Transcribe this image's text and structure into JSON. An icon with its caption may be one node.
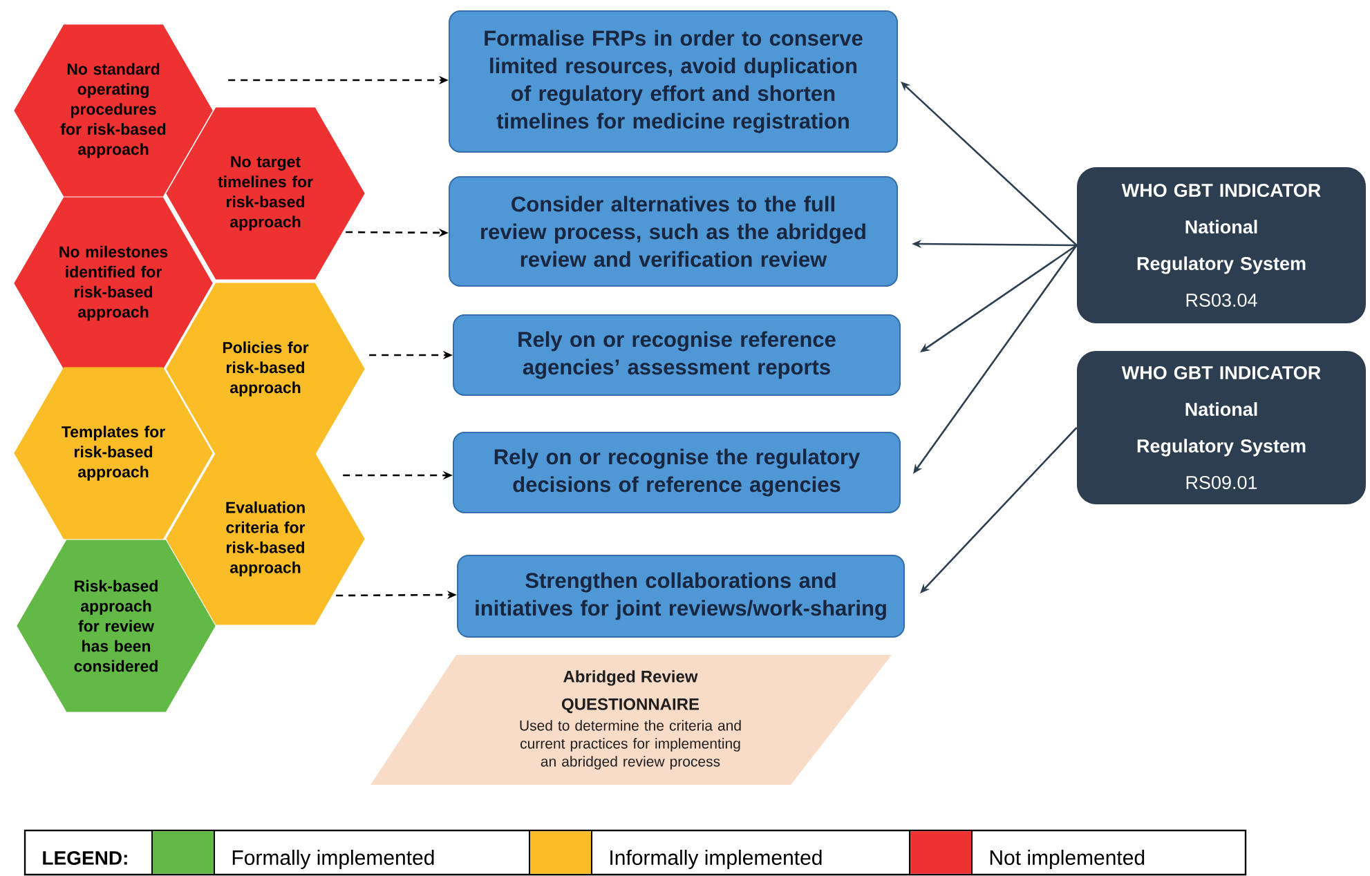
{
  "diagram": {
    "nodes": [
      {
        "text": [
          "No standard operating procedures for risk-based approach"
        ]
      },
      {
        "text": [
          "No target timelines for risk-based approach"
        ]
      },
      {
        "text": [
          "No milestones identified for risk-based approach"
        ]
      },
      {
        "text": [
          "Policies for risk-based approach"
        ]
      },
      {
        "text": [
          "Templates for risk-based approach"
        ]
      },
      {
        "text": [
          "Evaluation criteria for risk-based approach"
        ]
      },
      {
        "text": [
          "Risk-based approach for review has been considered"
        ]
      },
      {
        "text": [
          "Formalise FRPs in order to conserve limited resources, avoid duplication of regulatory effort and shorten timelines for medicine registration"
        ]
      },
      {
        "text": [
          "Consider alternatives to the full review process, such as the abridged review and verification review"
        ]
      },
      {
        "text": [
          "Rely on or recognise reference agencies’ assessment reports"
        ]
      },
      {
        "text": [
          "Rely on or recognise the regulatory decisions of reference agencies"
        ]
      },
      {
        "text": [
          "Strengthen collaborations and initiatives for joint reviews/work-sharing"
        ]
      },
      {
        "text": [
          "WHO GBT INDICATOR",
          "National Regulatory System",
          "RS03.04"
        ]
      },
      {
        "text": [
          "WHO GBT INDICATOR",
          "National Regulatory System",
          "RS09.01"
        ]
      },
      {
        "text": [
          "Abridged Review QUESTIONNAIRE",
          "Used to determine the criteria and current practices for implementing an abridged review process"
        ]
      }
    ],
    "edges": [
      {
        "from": 0,
        "to": 7,
        "arrow": "to",
        "style": "dashed"
      },
      {
        "from": 1,
        "to": 8,
        "arrow": "to",
        "style": "dashed"
      },
      {
        "from": 3,
        "to": 9,
        "arrow": "to",
        "style": "dashed"
      },
      {
        "from": 5,
        "to": 10,
        "arrow": "to",
        "style": "dashed"
      },
      {
        "from": 5,
        "to": 11,
        "arrow": "to",
        "style": "dashed"
      },
      {
        "from": 12,
        "to": 7,
        "arrow": "to",
        "color": "#2c3e50"
      },
      {
        "from": 12,
        "to": 8,
        "arrow": "to",
        "color": "#2c3e50"
      },
      {
        "from": 12,
        "to": 9,
        "arrow": "to",
        "color": "#2c3e50"
      },
      {
        "from": 12,
        "to": 10,
        "arrow": "to",
        "color": "#2c3e50"
      },
      {
        "from": 13,
        "to": 11,
        "arrow": "to",
        "color": "#2c3e50"
      }
    ],
    "labels": [
      "LEGEND:"
    ],
    "legend": [
      {
        "text": "Formally implemented",
        "color": "#62b946"
      },
      {
        "text": "Informally implemented",
        "color": "#fbbd27"
      },
      {
        "text": "Not implemented",
        "color": "#ee3131"
      }
    ]
  }
}
